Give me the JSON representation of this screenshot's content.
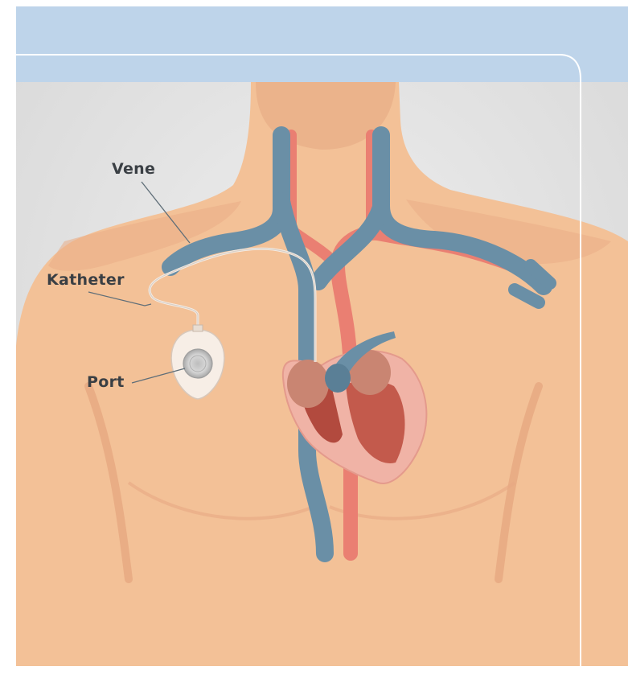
{
  "labels": {
    "vein": "Vene",
    "catheter": "Katheter",
    "port": "Port"
  },
  "colors": {
    "header_band": "#bed4ea",
    "background": "#e2e2e2",
    "skin": "#f3c197",
    "skin_shadow": "#e8a983",
    "vein": "#6a8fa6",
    "artery": "#ea7f72",
    "heart_wall": "#f0b3a6",
    "heart_muscle": "#b24a3e",
    "frame_line": "#ffffff",
    "label_text": "#3a3f44"
  }
}
